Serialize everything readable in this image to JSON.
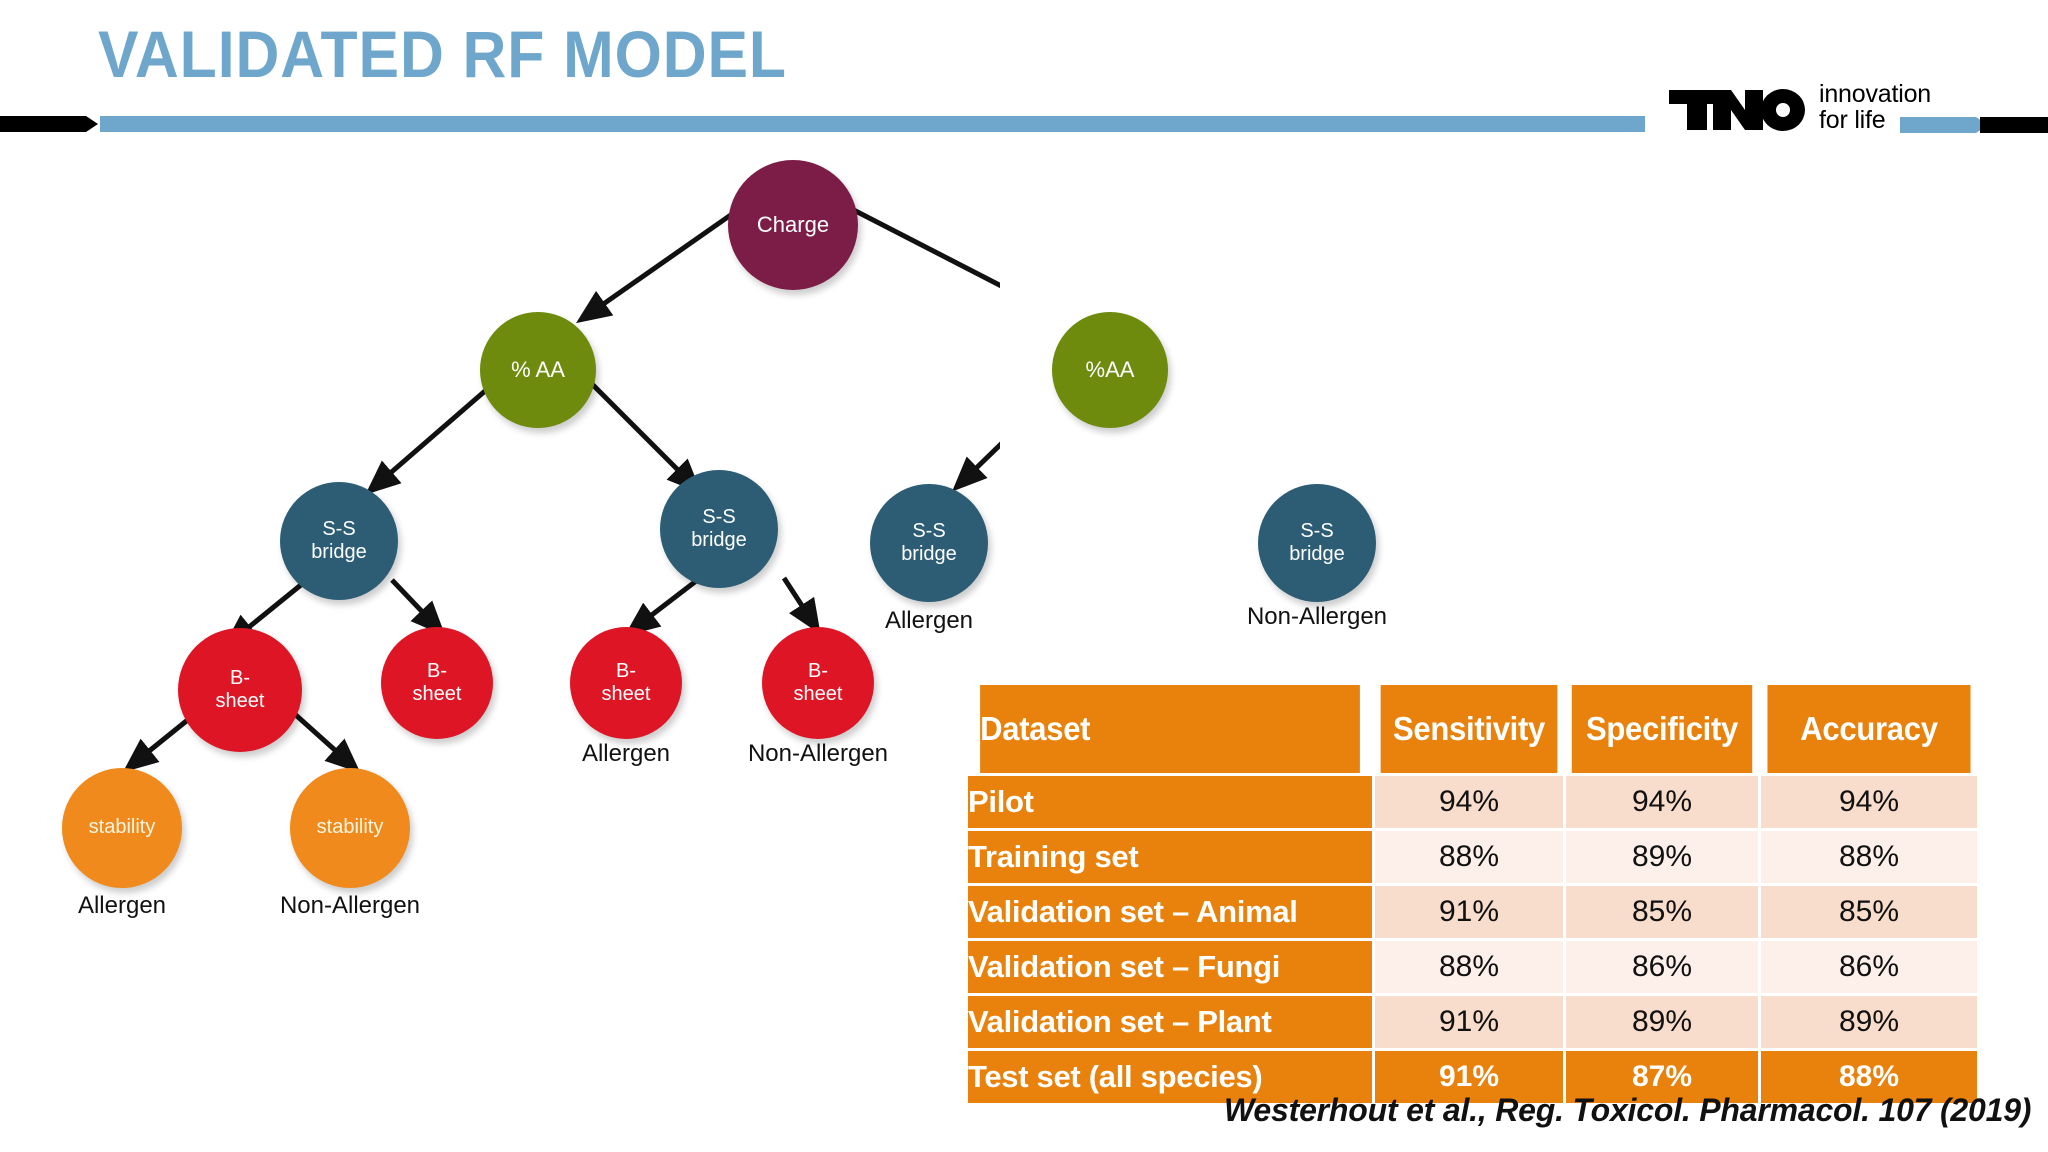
{
  "header": {
    "title": "VALIDATED RF MODEL",
    "accent_color": "#6FA7CC",
    "rule_black": "#000000"
  },
  "logo": {
    "wordmark": "TNO",
    "tagline_line1": "innovation",
    "tagline_line2": "for life"
  },
  "tree": {
    "nodes": [
      {
        "id": "charge",
        "label": "Charge",
        "color": "#7C1D48"
      },
      {
        "id": "aa-left",
        "label": "% AA",
        "color": "#6E8B0E"
      },
      {
        "id": "aa-right",
        "label": "%AA",
        "color": "#6E8B0E"
      },
      {
        "id": "ss-1",
        "label": "S-S\nbridge",
        "color": "#2C5D75"
      },
      {
        "id": "ss-2",
        "label": "S-S\nbridge",
        "color": "#2C5D75"
      },
      {
        "id": "ss-3",
        "label": "S-S\nbridge",
        "color": "#2C5D75"
      },
      {
        "id": "ss-4",
        "label": "S-S\nbridge",
        "color": "#2C5D75"
      },
      {
        "id": "b-1",
        "label": "B-\nsheet",
        "color": "#DD1525"
      },
      {
        "id": "b-2",
        "label": "B-\nsheet",
        "color": "#DD1525"
      },
      {
        "id": "b-3",
        "label": "B-\nsheet",
        "color": "#DD1525"
      },
      {
        "id": "b-4",
        "label": "B-\nsheet",
        "color": "#DD1525"
      },
      {
        "id": "stab-1",
        "label": "stability",
        "color": "#F08A1C"
      },
      {
        "id": "stab-2",
        "label": "stability",
        "color": "#F08A1C"
      }
    ],
    "node_text": {
      "charge": "Charge",
      "aa_left": "% AA",
      "aa_right": "%AA",
      "ss_line1": "S-S",
      "ss_line2": "bridge",
      "b_line1": "B-",
      "b_line2": "sheet",
      "stability": "stability"
    },
    "leaf_labels": {
      "stab1": "Allergen",
      "stab2": "Non-Allergen",
      "b3": "Allergen",
      "b4": "Non-Allergen",
      "ss3": "Allergen",
      "ss4": "Non-Allergen"
    }
  },
  "table": {
    "headers": [
      "Dataset",
      "Sensitivity",
      "Specificity",
      "Accuracy"
    ],
    "rows": [
      {
        "dataset": "Pilot",
        "sensitivity": "94%",
        "specificity": "94%",
        "accuracy": "94%"
      },
      {
        "dataset": "Training set",
        "sensitivity": "88%",
        "specificity": "89%",
        "accuracy": "88%"
      },
      {
        "dataset": "Validation set – Animal",
        "sensitivity": "91%",
        "specificity": "85%",
        "accuracy": "85%"
      },
      {
        "dataset": "Validation set – Fungi",
        "sensitivity": "88%",
        "specificity": "86%",
        "accuracy": "86%"
      },
      {
        "dataset": "Validation set – Plant",
        "sensitivity": "91%",
        "specificity": "89%",
        "accuracy": "89%"
      },
      {
        "dataset": "Test set (all species)",
        "sensitivity": "91%",
        "specificity": "87%",
        "accuracy": "88%"
      }
    ],
    "header_color": "#E8820C",
    "shade_a": "#F8DCCC",
    "shade_b": "#FDF0EA"
  },
  "citation": "Westerhout et al., Reg. Toxicol. Pharmacol. 107 (2019)"
}
